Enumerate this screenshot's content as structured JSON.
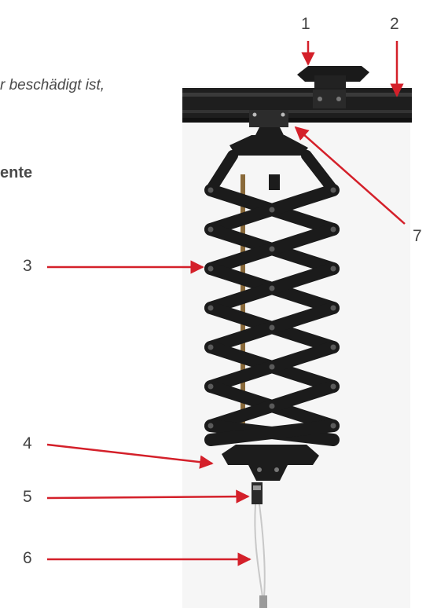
{
  "text_fragments": {
    "italic_line": "r beschädigt ist,",
    "bold_heading": "ente"
  },
  "callouts": [
    {
      "id": "1",
      "label": "1"
    },
    {
      "id": "2",
      "label": "2"
    },
    {
      "id": "3",
      "label": "3"
    },
    {
      "id": "4",
      "label": "4"
    },
    {
      "id": "5",
      "label": "5"
    },
    {
      "id": "6",
      "label": "6"
    },
    {
      "id": "7",
      "label": "7"
    }
  ],
  "colors": {
    "arrow": "#d4202a",
    "metal": "#1c1c1c",
    "rod": "#8a6a3a",
    "cable": "#c8c8c8"
  }
}
